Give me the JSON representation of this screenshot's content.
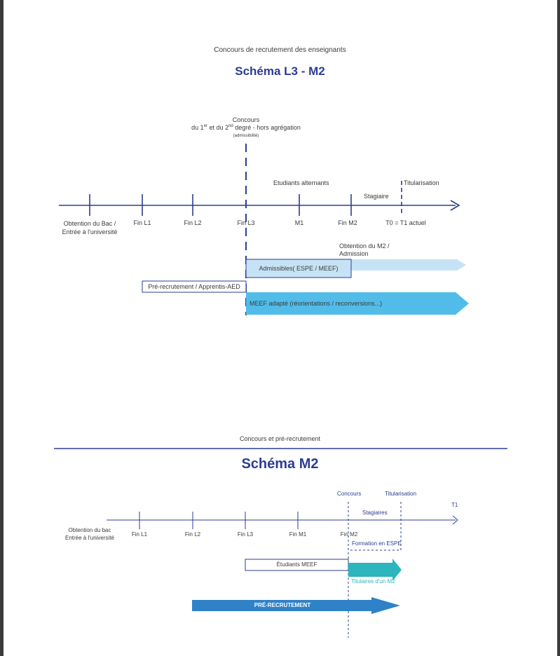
{
  "top": {
    "supertitle": "Concours de recrutement des enseignants",
    "title": "Schéma L3 - M2",
    "concours": {
      "line1": "Concours",
      "line2_pre": "du 1",
      "line2_sup1": "er",
      "line2_mid": " et du 2",
      "line2_sup2": "nd",
      "line2_post": " degré - hors agrégation",
      "line3": "(admissibilité)"
    },
    "ticks": [
      {
        "label_line1": "Obtention du Bac /",
        "label_line2": "Entrée à l'université"
      },
      {
        "label_line1": "Fin L1"
      },
      {
        "label_line1": "Fin L2"
      },
      {
        "label_line1": "Fin L3"
      },
      {
        "label_line1": "M1"
      },
      {
        "label_line1": "Fin M2"
      },
      {
        "label_line1": "T0 = T1 actuel"
      }
    ],
    "etudiants_alternants": "Etudiants alternants",
    "stagiaire": "Stagiaire",
    "titularisation": "Titularisation",
    "obtention_m2_line1": "Obtention du M2 /",
    "obtention_m2_line2": "Admission",
    "admissibles": "Admissibles( ESPE / MEEF)",
    "pre_recrutement": "Pré-recrutement / Apprentis-AED",
    "meef_adapte": "MEEF adapté (réorientations / reconversions...)"
  },
  "bottom": {
    "supertitle": "Concours et pré-recrutement",
    "title": "Schéma M2",
    "concours": "Concours",
    "titularisation": "Titularisation",
    "t1": "T1",
    "stagiaires": "Stagiaires",
    "ticks": [
      {
        "label_line1": "Obtention du bac",
        "label_line2": "Entrée à l'université"
      },
      {
        "label_line1": "Fin L1"
      },
      {
        "label_line1": "Fin L2"
      },
      {
        "label_line1": "Fin L3"
      },
      {
        "label_line1": "Fin M1"
      },
      {
        "label_line1": "Fin M2"
      }
    ],
    "formation_espe": "Formation en ESPE",
    "etudiants_meef": "Étudiants MEEF",
    "titulaires_m2": "Titulaires d'un M2",
    "pre_recrutement": "PRÉ-RECRUTEMENT"
  },
  "colors": {
    "title": "#2b3d91",
    "axis": "#2b3d91",
    "light_blue_arrow": "#c6e3f5",
    "medium_blue_arrow": "#52bce9",
    "teal_arrow": "#2bb5bd",
    "pre_recrutement_arrow": "#2f82c8",
    "teal_text": "#2bb5bd"
  }
}
